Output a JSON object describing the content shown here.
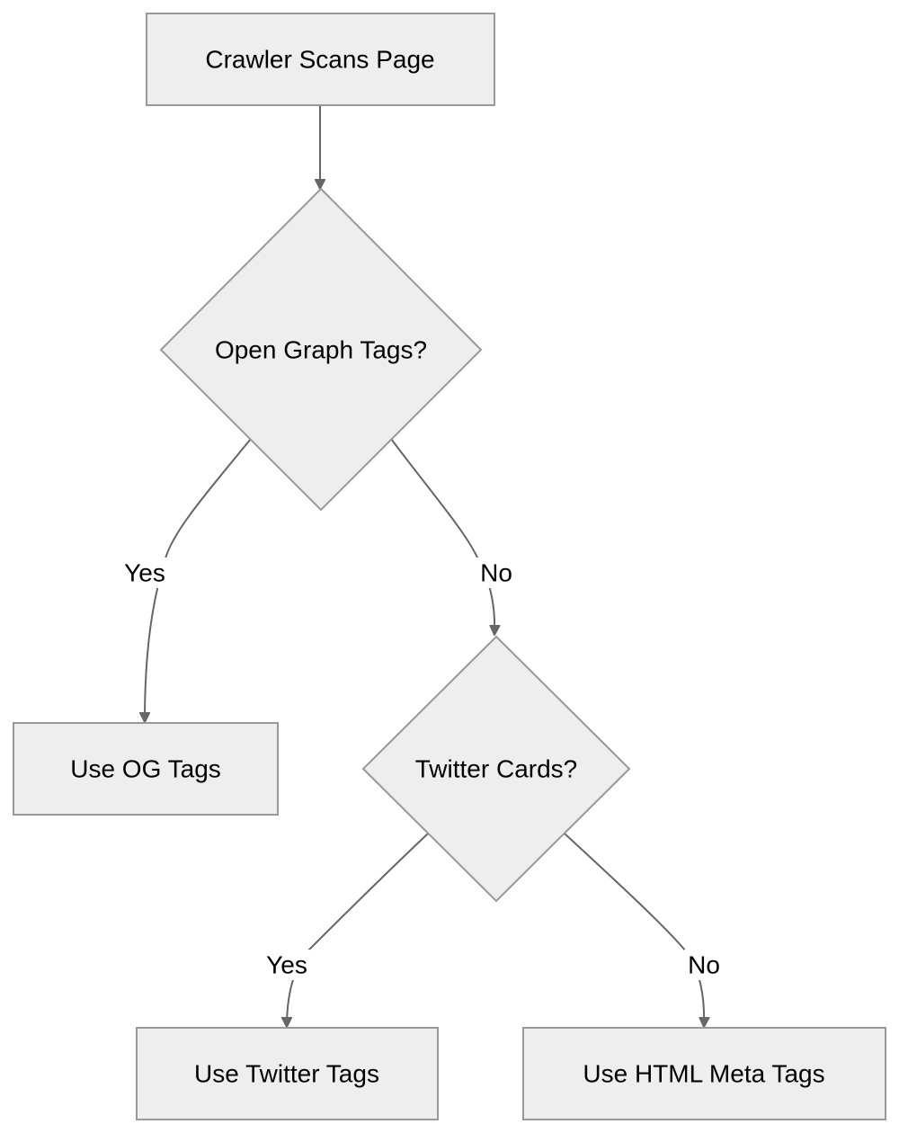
{
  "colors": {
    "node_fill": "#eeeeee",
    "node_stroke": "#999999",
    "edge": "#666666",
    "text": "#000000",
    "background": "#ffffff"
  },
  "nodes": {
    "crawler": {
      "label": "Crawler Scans Page",
      "shape": "rectangle"
    },
    "og_decision": {
      "label": "Open Graph Tags?",
      "shape": "diamond"
    },
    "use_og": {
      "label": "Use OG Tags",
      "shape": "rectangle"
    },
    "twitter_decision": {
      "label": "Twitter Cards?",
      "shape": "diamond"
    },
    "use_twitter": {
      "label": "Use Twitter Tags",
      "shape": "rectangle"
    },
    "use_html_meta": {
      "label": "Use HTML Meta Tags",
      "shape": "rectangle"
    }
  },
  "edges": [
    {
      "from": "crawler",
      "to": "og_decision",
      "label": ""
    },
    {
      "from": "og_decision",
      "to": "use_og",
      "label": "Yes"
    },
    {
      "from": "og_decision",
      "to": "twitter_decision",
      "label": "No"
    },
    {
      "from": "twitter_decision",
      "to": "use_twitter",
      "label": "Yes"
    },
    {
      "from": "twitter_decision",
      "to": "use_html_meta",
      "label": "No"
    }
  ]
}
